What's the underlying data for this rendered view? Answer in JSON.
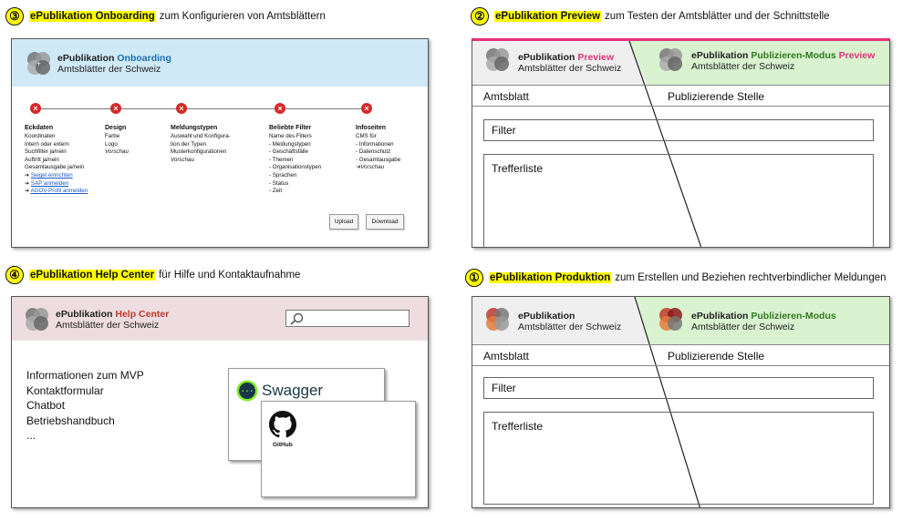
{
  "sections": [
    {
      "number": "③",
      "highlight": "ePublikation Onboarding",
      "rest": "zum Konfigurieren von Amtsblättern"
    },
    {
      "number": "②",
      "highlight": "ePublikation Preview",
      "rest": "zum Testen der Amtsblätter und der Schnittstelle"
    },
    {
      "number": "④",
      "highlight": "ePublikation Help Center",
      "rest": "für Hilfe und Kontaktaufnahme"
    },
    {
      "number": "①",
      "highlight": "ePublikation Produktion",
      "rest": "zum Erstellen und Beziehen rechtverbindlicher Meldungen"
    }
  ],
  "onboarding": {
    "brand": "ePublikation",
    "accent": "Onboarding",
    "subtitle": "Amtsblätter der Schweiz",
    "steps": [
      {
        "title": "Eckdaten",
        "items": [
          "Koordinaten",
          "Intern oder extern",
          "Suchfilter ja/nein",
          "Auftritt ja/nein",
          "Gesamtausgabe ja/nein"
        ],
        "links": [
          "Siegel einrichten",
          "SAP anmelden",
          "AGOV-Profil anmelden"
        ]
      },
      {
        "title": "Design",
        "items": [
          "Farbe",
          "Logo"
        ],
        "italic": "Vorschau"
      },
      {
        "title": "Meldungstypen",
        "items": [
          "Auswahl und Konfigura-",
          "tion der Typen",
          "Musterkonfigurationen"
        ],
        "italic": "Vorschau"
      },
      {
        "title": "Beliebte Filter",
        "items": [
          "Name des Filters",
          "- Meldungstypen",
          "  - Geschäftsfälle",
          "- Themen",
          "- Organisationstypen",
          "- Sprachen",
          "- Status",
          "- Zeit"
        ]
      },
      {
        "title": "Infoseiten",
        "items": [
          "CMS für",
          "- Informationen",
          "- Datenschutz",
          "- Gesamtausgabe"
        ],
        "arrow_italic": "Vorschau"
      }
    ],
    "upload": "Upload",
    "download": "Download"
  },
  "preview": {
    "left_brand": "ePublikation",
    "left_accent": "Preview",
    "left_sub": "Amtsblätter der Schweiz",
    "right_brand": "ePublikation",
    "right_accent": "Publizieren-Modus",
    "right_accent2": "Preview",
    "right_sub": "Amtsblätter der Schweiz",
    "tab_left": "Amtsblatt",
    "tab_right": "Publizierende Stelle",
    "filter": "Filter",
    "results": "Trefferliste"
  },
  "help": {
    "brand": "ePublikation",
    "accent": "Help Center",
    "subtitle": "Amtsblätter der Schweiz",
    "items": [
      "Informationen zum MVP",
      "Kontaktformular",
      "Chatbot",
      "Betriebshandbuch",
      "..."
    ],
    "swagger": "Swagger",
    "github": "GitHub"
  },
  "production": {
    "left_brand": "ePublikation",
    "left_sub": "Amtsblätter der Schweiz",
    "right_brand": "ePublikation",
    "right_accent": "Publizieren-Modus",
    "right_sub": "Amtsblätter der Schweiz",
    "tab_left": "Amtsblatt",
    "tab_right": "Publizierende Stelle",
    "filter": "Filter",
    "results": "Trefferliste"
  },
  "colors": {
    "onboarding_header": "#cfe9f7",
    "preview_pink": "#e5307a",
    "publish_green": "#d9f2d0",
    "help_header": "#eedde0",
    "help_red": "#c0392b",
    "dark_green": "#2d7a1f"
  }
}
